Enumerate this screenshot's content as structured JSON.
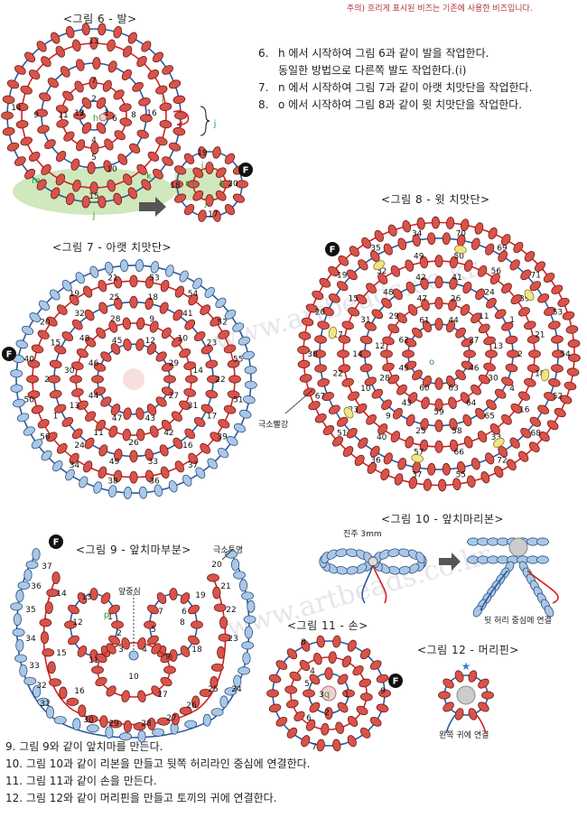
{
  "note": "주의) 흐리게 표시된 비즈는 기존에 사용한 비즈입니다.",
  "figures": {
    "fig6": {
      "title": "<그림 6 - 발>",
      "labels": [
        "13",
        "7",
        "2",
        "3",
        "1",
        "6",
        "8",
        "4",
        "9",
        "5",
        "14",
        "11",
        "16",
        "10",
        "12",
        "15",
        "19",
        "18",
        "20",
        "17"
      ],
      "green": [
        "h",
        "m",
        "k",
        "j",
        "i"
      ],
      "f": "F"
    },
    "fig7": {
      "title": "<그림 7 - 아랫 치맛단>",
      "labels": [
        "53",
        "54",
        "52",
        "55",
        "51",
        "39",
        "37",
        "36",
        "38",
        "34",
        "56",
        "50",
        "40",
        "20",
        "19",
        "21",
        "18",
        "41",
        "23",
        "22",
        "17",
        "16",
        "33",
        "49",
        "24",
        "1",
        "2",
        "15",
        "32",
        "25",
        "9",
        "10",
        "14",
        "31",
        "42",
        "26",
        "11",
        "13",
        "30",
        "48",
        "28",
        "12",
        "29",
        "27",
        "43",
        "47",
        "44",
        "46",
        "45"
      ],
      "f": "F"
    },
    "fig8": {
      "title": "<그림 8 - 윗 치맛단>",
      "labels": [
        "70",
        "69",
        "71",
        "53",
        "54",
        "52",
        "68",
        "72",
        "55",
        "37",
        "36",
        "51",
        "67",
        "38",
        "20",
        "19",
        "35",
        "34",
        "50",
        "56",
        "39",
        "21",
        "18",
        "16",
        "33",
        "66",
        "57",
        "40",
        "23",
        "22",
        "17",
        "15",
        "32",
        "49",
        "41",
        "24",
        "1",
        "2",
        "4",
        "65",
        "58",
        "25",
        "9",
        "10",
        "14",
        "31",
        "48",
        "42",
        "26",
        "11",
        "13",
        "30",
        "64",
        "59",
        "43",
        "28",
        "12",
        "29",
        "47",
        "44",
        "27",
        "46",
        "63",
        "60",
        "45",
        "62",
        "61"
      ],
      "green": "o",
      "note": "극소빨강",
      "f": "F"
    },
    "fig9": {
      "title": "<그림 9 - 앞치마부분>",
      "note_top": "극소투명",
      "note_center": "앞중심",
      "labels": [
        "37",
        "20",
        "36",
        "14",
        "13",
        "7",
        "6",
        "21",
        "19",
        "35",
        "12",
        "1",
        "2",
        "5",
        "8",
        "22",
        "34",
        "15",
        "11",
        "3",
        "4",
        "9",
        "18",
        "23",
        "33",
        "16",
        "10",
        "17",
        "24",
        "32",
        "25",
        "26",
        "31",
        "30",
        "29",
        "28",
        "27"
      ],
      "green": "p",
      "f": "F"
    },
    "fig10": {
      "title": "<그림 10 - 앞치마리본>",
      "pearl": "진주 3mm",
      "caption": "뒷 허리 중심에 연결"
    },
    "fig11": {
      "title": "<그림 11 - 손>",
      "labels": [
        "8",
        "4",
        "5",
        "3",
        "1",
        "2",
        "6",
        "9",
        "7"
      ],
      "green": "q",
      "f": "F"
    },
    "fig12": {
      "title": "<그림 12 - 머리핀>",
      "caption": "왼쪽 귀에 연결"
    }
  },
  "instructions_top": [
    {
      "num": "6.",
      "lines": [
        "h 에서 시작하여 그림 6과 같이 발을 작업한다.",
        "동일한 방법으로 다른쪽 발도 작업한다.(i)"
      ]
    },
    {
      "num": "7.",
      "lines": [
        "n 에서 시작하여 그림 7과 같이 아랫 치맛단을 작업한다."
      ]
    },
    {
      "num": "8.",
      "lines": [
        "o 에서 시작하여 그림 8과 같이 윗 치맛단을 작업한다."
      ]
    }
  ],
  "instructions_bottom": [
    "9. 그림 9와 같이 앞치마를 만든다.",
    "10. 그림 10과 같이 리본을 만들고 뒷쪽 허리라인 중심에 연결한다.",
    "11. 그림 11과 같이 손을 만든다.",
    "12. 그림 12와 같이 머리핀을 만들고 토끼의 귀에 연결한다."
  ],
  "watermark": "www.artbeads.co.kr",
  "colors": {
    "red": "#d9534a",
    "blue": "#2c5aa0",
    "green": "#2e9e2e",
    "redline": "#d62020"
  }
}
